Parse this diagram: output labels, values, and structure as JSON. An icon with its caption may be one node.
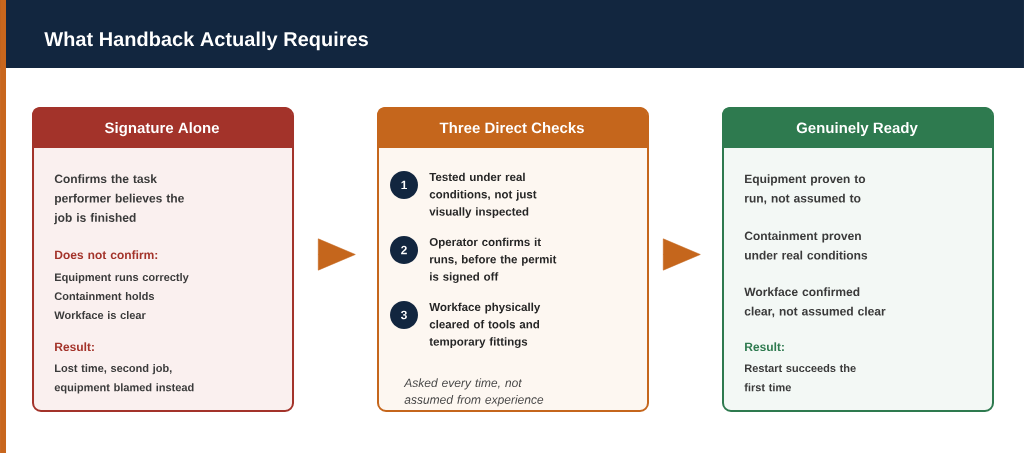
{
  "diagram": {
    "title": "What Handback Actually Requires",
    "nodes": [
      {
        "text": [
          "Signature Alone",
          "Confirms the task performer believes the job is finished",
          "Does not confirm:",
          "Equipment runs correctly",
          "Containment holds",
          "Workface is clear",
          "Result:",
          "Lost time, second job, equipment blamed instead"
        ]
      },
      {
        "text": [
          "Three Direct Checks",
          "Asked every time, not assumed from experience"
        ]
      },
      {
        "text": [
          "1"
        ],
        "in": 1,
        "beside": [
          "Tested under real conditions, not just visually inspected"
        ]
      },
      {
        "text": [
          "2"
        ],
        "in": 1,
        "beside": [
          "Operator confirms it runs, before the permit is signed off"
        ]
      },
      {
        "text": [
          "3"
        ],
        "in": 1,
        "beside": [
          "Workface physically cleared of tools and temporary fittings"
        ]
      },
      {
        "text": [
          "Genuinely Ready",
          "Equipment proven to run, not assumed to",
          "Containment proven under real conditions",
          "Workface confirmed clear, not assumed clear",
          "Result:",
          "Restart succeeds the first time"
        ]
      }
    ],
    "edges": [
      {
        "from": 0,
        "to": 1,
        "arrow": "to"
      },
      {
        "from": 1,
        "to": 5,
        "arrow": "to"
      }
    ]
  }
}
